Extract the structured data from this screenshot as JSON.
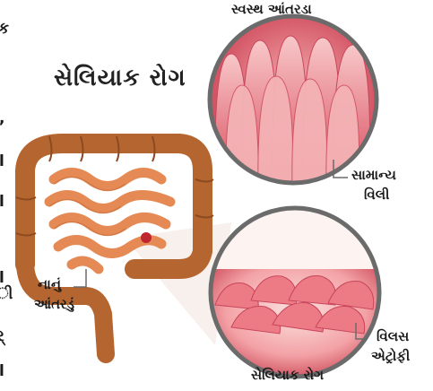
{
  "title": "સેલિયાક રોગ",
  "labels": {
    "healthy_intestine": "સ્વસ્થ આંતરડા",
    "normal_villi_line1": "સામાન્ય",
    "normal_villi_line2": "વિલી",
    "small_intestine_line1": "નાનું",
    "small_intestine_line2": "આંતરડું",
    "villous_atrophy_line1": "વિલસ",
    "villous_atrophy_line2": "એટ્રોફી",
    "celiac_disease": "સેલિયાક રોગ"
  },
  "edge_text": [
    "ક",
    ",",
    "l",
    "l",
    "l",
    "ી",
    "ર્",
    "l"
  ],
  "colors": {
    "intestine_brown": "#b5652f",
    "intestine_orange": "#e58a55",
    "villi_pink": "#e86a78",
    "villi_light": "#f7c2c4",
    "circle_border": "#6b6b6b"
  }
}
